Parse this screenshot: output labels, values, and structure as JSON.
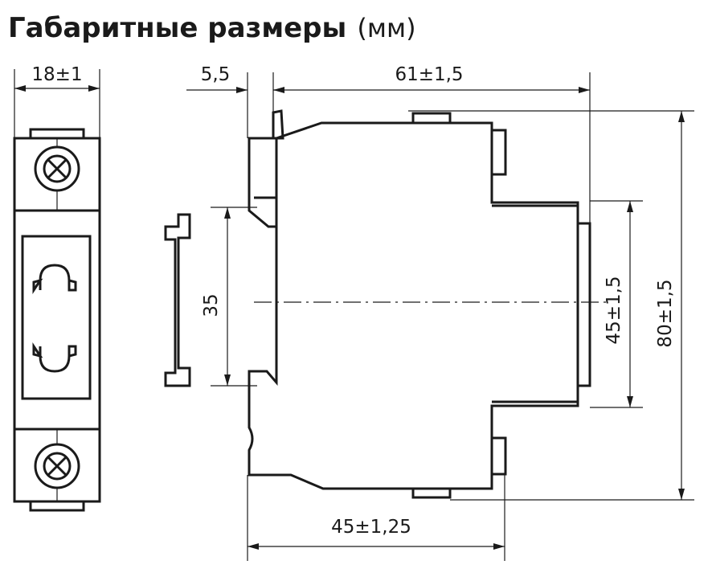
{
  "title": {
    "main": "Габаритные размеры",
    "unit": "(мм)"
  },
  "dimensions": {
    "front_width": "18±1",
    "clip_offset": "5,5",
    "depth_total": "61±1,5",
    "rail_height": "35",
    "front_panel_height": "45±1,5",
    "total_height": "80±1,5",
    "body_depth": "45±1,25"
  },
  "colors": {
    "line": "#1a1a1a",
    "background": "#ffffff"
  },
  "icons": [
    "terminal-screw-icon",
    "button-on-icon",
    "button-off-icon"
  ]
}
